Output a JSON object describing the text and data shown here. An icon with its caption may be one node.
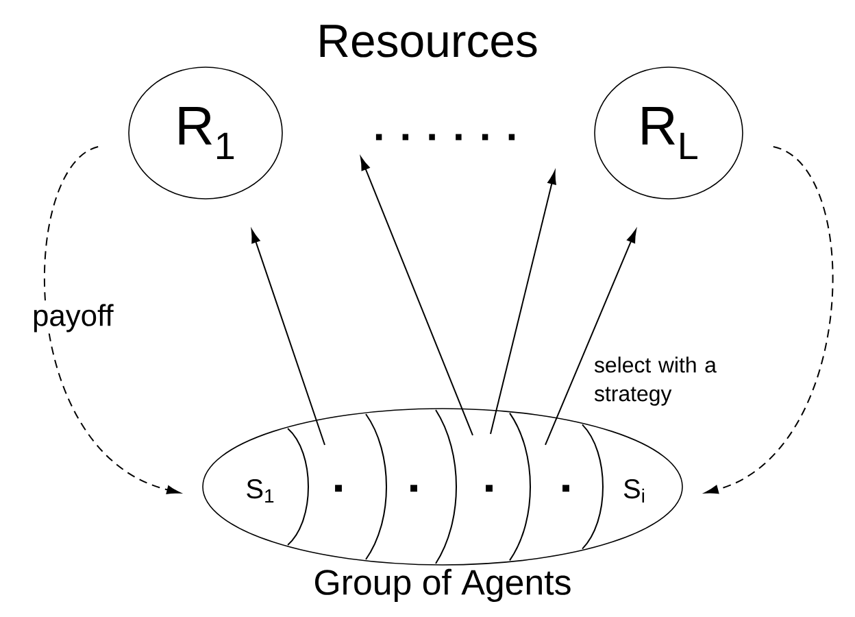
{
  "diagram": {
    "title": "Resources",
    "nodes": [
      {
        "text": [
          "R$_{1}$"
        ]
      },
      {
        "text": [
          ". . . . . ."
        ]
      },
      {
        "text": [
          "R$_{L}$"
        ]
      },
      {
        "text": [],
        "shape": "circle",
        "beside": [
          "Group of Agents"
        ]
      },
      {
        "text": [
          "S$_{1}$"
        ],
        "in": 3
      },
      {
        "text": [
          "▪"
        ],
        "in": 3
      },
      {
        "text": [
          "▪"
        ],
        "in": 3
      },
      {
        "text": [
          "▪"
        ],
        "in": 3
      },
      {
        "text": [
          "▪"
        ],
        "in": 3
      },
      {
        "text": [
          "S$_{i}$"
        ],
        "in": 3
      }
    ],
    "edges": [
      {
        "from": 5,
        "to": 0,
        "arrow": "to"
      },
      {
        "from": 7,
        "to": 1,
        "arrow": "to"
      },
      {
        "from": 7,
        "to": 1,
        "arrow": "to"
      },
      {
        "from": 8,
        "to": 2,
        "arrow": "to",
        "label": "select with a strategy"
      },
      {
        "from": 0,
        "to": 3,
        "arrow": "to",
        "style": "dashed",
        "label": "payoff"
      },
      {
        "from": 2,
        "to": 3,
        "arrow": "to",
        "style": "dashed"
      }
    ]
  }
}
